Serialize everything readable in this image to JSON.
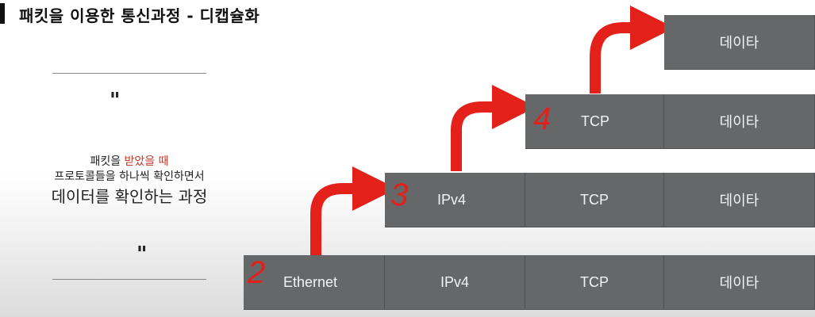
{
  "header": {
    "title": "패킷을 이용한 통신과정 - 디캡슐화"
  },
  "caption": {
    "open_quote": "\"",
    "close_quote": "\"",
    "line1_a": "패킷을 ",
    "line1_b": "받았을 때",
    "line2": "프로토콜들을 하나씩 확인하면서",
    "line3": "데이터를 확인하는 과정"
  },
  "rows": [
    {
      "step": "2",
      "cells": [
        "Ethernet",
        "IPv4",
        "TCP",
        "데이타"
      ]
    },
    {
      "step": "3",
      "cells": [
        "IPv4",
        "TCP",
        "데이타"
      ]
    },
    {
      "step": "4",
      "cells": [
        "TCP",
        "데이타"
      ]
    },
    {
      "step": "",
      "cells": [
        "데이타"
      ]
    }
  ],
  "colors": {
    "box": "#666769",
    "arrow": "#e4201a",
    "accent_text": "#c0392b"
  }
}
